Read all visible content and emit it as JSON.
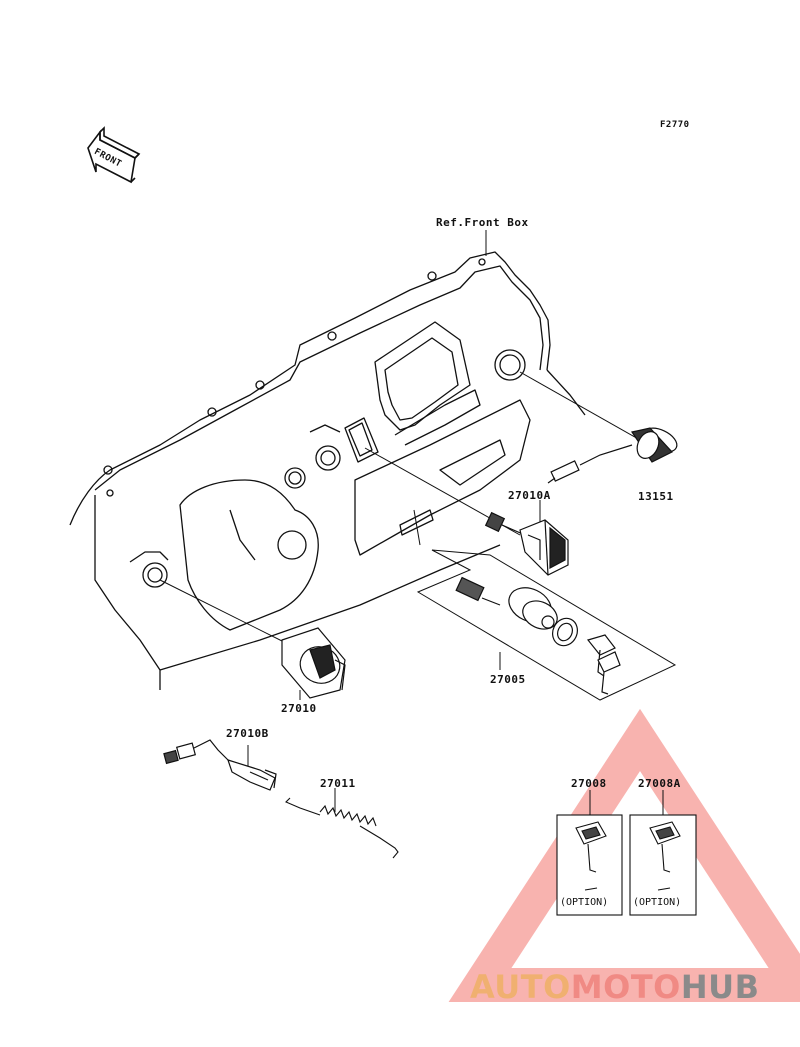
{
  "diagram": {
    "code": "F2770",
    "front_arrow_text": "FRONT",
    "ref_label": "Ref.Front Box",
    "parts": [
      {
        "id": "13151"
      },
      {
        "id": "27010A"
      },
      {
        "id": "27005"
      },
      {
        "id": "27010"
      },
      {
        "id": "27010B"
      },
      {
        "id": "27011"
      },
      {
        "id": "27008",
        "note": "(OPTION)"
      },
      {
        "id": "27008A",
        "note": "(OPTION)"
      }
    ]
  },
  "watermark": {
    "part1": "AUTO",
    "part2": "MOTO",
    "part3": "HUB",
    "colors": {
      "auto": "#f0b070",
      "moto": "#f08a84",
      "hub": "#8a8a8a",
      "triangle": "#f59a94"
    }
  }
}
